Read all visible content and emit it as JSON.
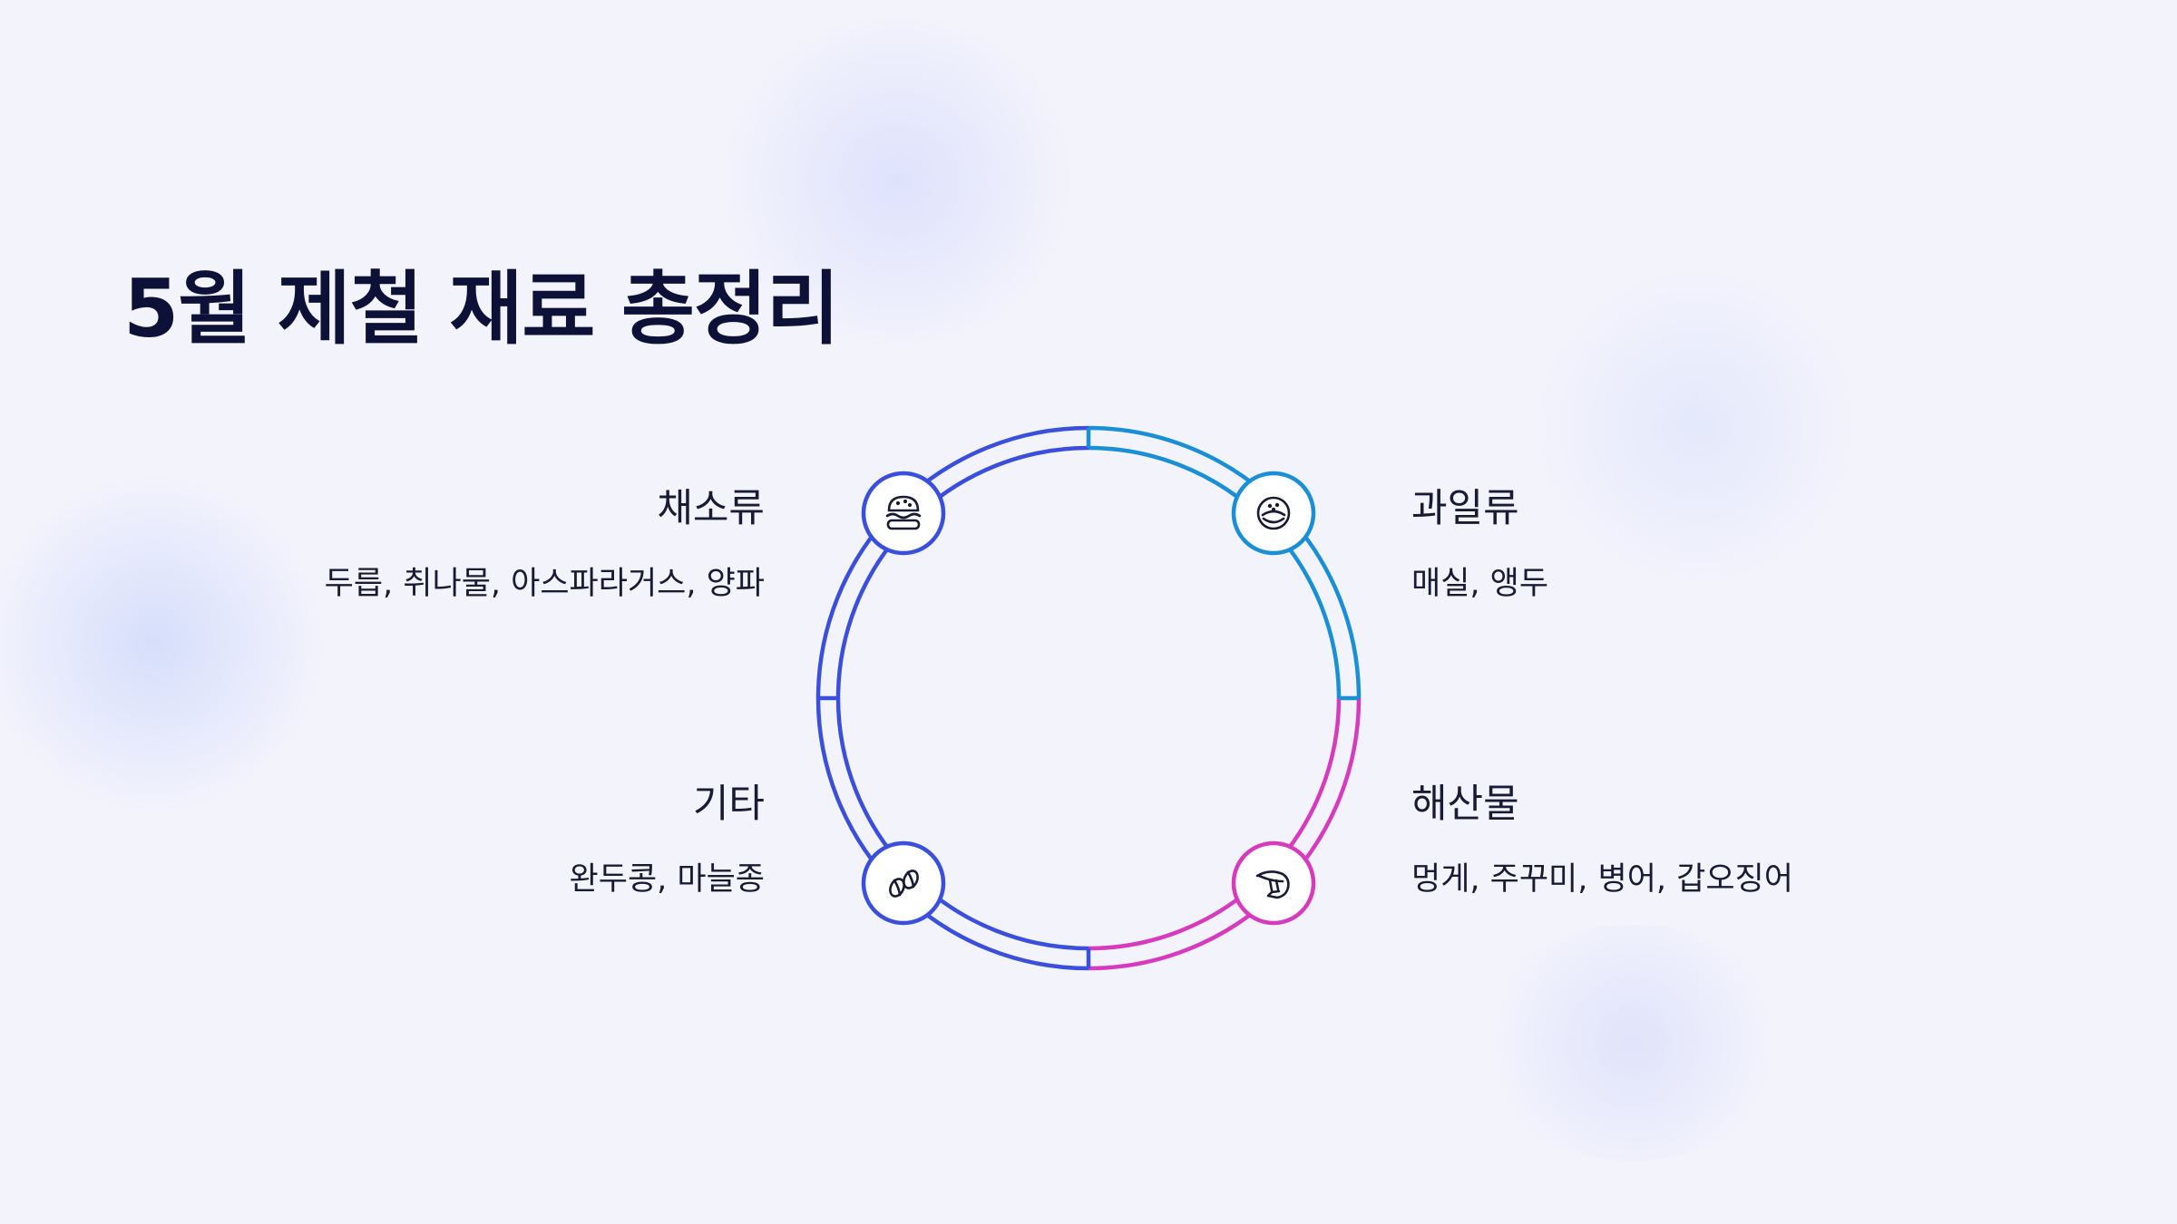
{
  "title": "5월 제철 재료 총정리",
  "colors": {
    "blue": "#3a4fdc",
    "cyan": "#1a8fd6",
    "magenta": "#d63bbd",
    "text": "#181b33",
    "title": "#0d1137"
  },
  "categories": [
    {
      "id": "vegetables",
      "title": "채소류",
      "items": "두릅, 취나물, 아스파라거스, 양파",
      "icon": "burger-icon",
      "color": "#3a4fdc"
    },
    {
      "id": "fruits",
      "title": "과일류",
      "items": "매실, 앵두",
      "icon": "fruit-bowl-icon",
      "color": "#1a8fd6"
    },
    {
      "id": "seafood",
      "title": "해산물",
      "items": "멍게, 주꾸미, 병어, 갑오징어",
      "icon": "shrimp-icon",
      "color": "#d63bbd"
    },
    {
      "id": "others",
      "title": "기타",
      "items": "완두콩, 마늘종",
      "icon": "beans-icon",
      "color": "#3a4fdc"
    }
  ]
}
